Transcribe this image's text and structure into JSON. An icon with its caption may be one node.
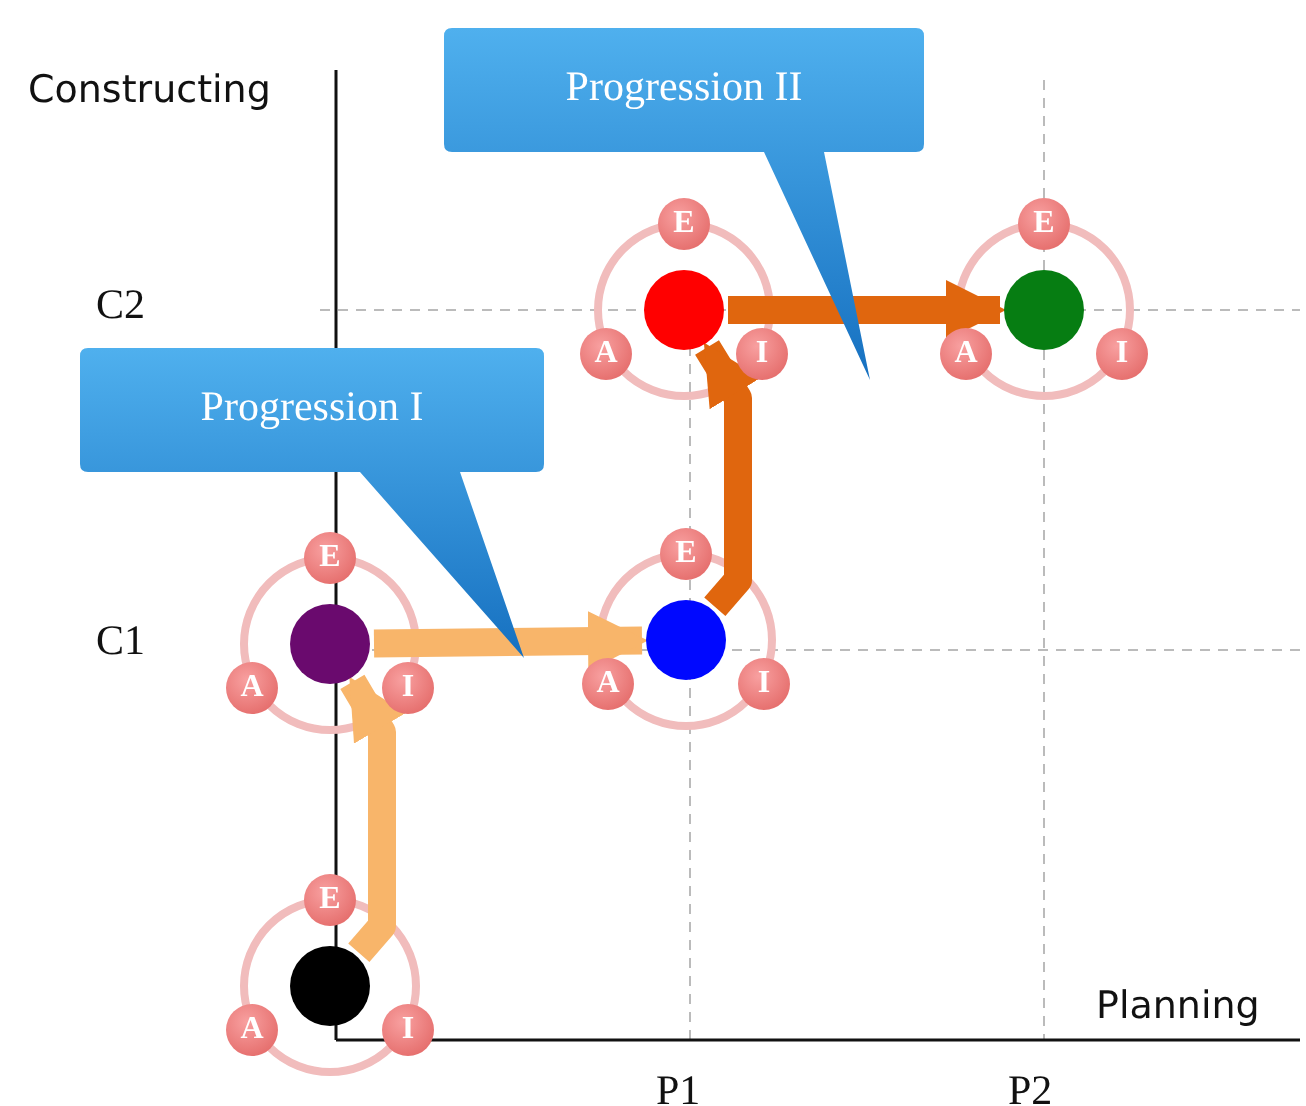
{
  "diagram": {
    "nodes": [
      {
        "text": [
          "Progression II"
        ]
      },
      {
        "text": [
          "Progression I"
        ]
      },
      {
        "text": [],
        "shape": "circle"
      },
      {
        "text": [
          "E"
        ]
      },
      {
        "text": [
          "A"
        ]
      },
      {
        "text": [
          "I"
        ]
      },
      {
        "text": [],
        "shape": "circle"
      },
      {
        "text": [
          "E"
        ]
      },
      {
        "text": [
          "A"
        ]
      },
      {
        "text": [
          "I"
        ]
      },
      {
        "text": [],
        "shape": "circle"
      },
      {
        "text": [
          "E"
        ]
      },
      {
        "text": [
          "A"
        ]
      },
      {
        "text": [
          "I"
        ]
      },
      {
        "text": [],
        "shape": "circle"
      },
      {
        "text": [
          "E"
        ]
      },
      {
        "text": [
          "A"
        ]
      },
      {
        "text": [
          "I"
        ]
      },
      {
        "text": [],
        "shape": "circle"
      },
      {
        "text": [
          "E"
        ]
      },
      {
        "text": [
          "A"
        ]
      },
      {
        "text": [
          "I"
        ]
      }
    ],
    "edges": [
      {
        "from": 18,
        "to": 10,
        "arrow": "to",
        "color": "#f8b56a"
      },
      {
        "from": 10,
        "to": 14,
        "arrow": "to",
        "color": "#f8b56a"
      },
      {
        "from": 14,
        "to": 2,
        "arrow": "to",
        "color": "#e0660e"
      },
      {
        "from": 2,
        "to": 6,
        "arrow": "to",
        "color": "#e0660e"
      }
    ],
    "labels": [
      "Constructing",
      "C2",
      "C1",
      "Planning",
      "P1",
      "P2"
    ]
  }
}
